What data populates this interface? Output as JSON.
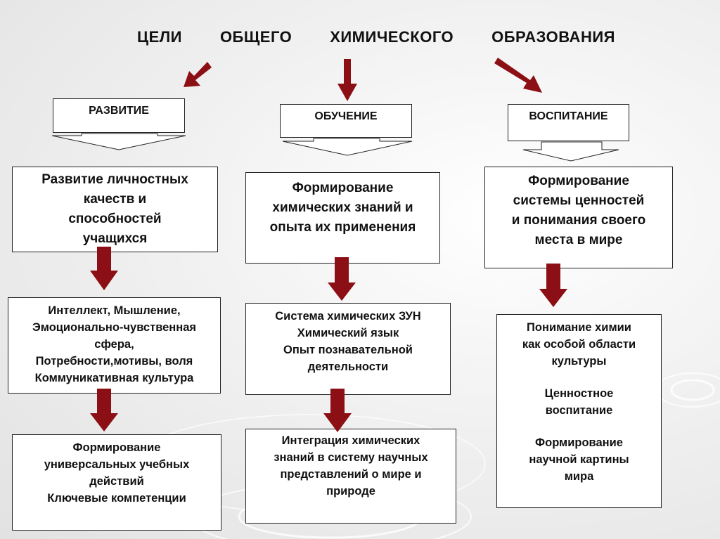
{
  "title": {
    "words": [
      "ЦЕЛИ",
      "ОБЩЕГО",
      "ХИМИЧЕСКОГО",
      "ОБРАЗОВАНИЯ"
    ]
  },
  "columns": [
    {
      "category": "РАЗВИТИЕ",
      "main": [
        "Развитие личностных",
        "качеств и",
        "способностей",
        "учащихся"
      ],
      "details": [
        "Интеллект, Мышление,",
        "Эмоционально-чувственная",
        "сфера,",
        "Потребности,мотивы, воля",
        "Коммуникативная культура"
      ],
      "outcome": [
        "Формирование",
        "универсальных учебных",
        "действий",
        "Ключевые компетенции"
      ]
    },
    {
      "category": "ОБУЧЕНИЕ",
      "main": [
        "Формирование",
        "химических знаний и",
        "опыта их применения"
      ],
      "details": [
        "Система  химических ЗУН",
        "Химический язык",
        "Опыт познавательной",
        "деятельности"
      ],
      "outcome": [
        "Интеграция химических",
        "знаний в систему научных",
        "представлений  о мире и",
        "природе"
      ]
    },
    {
      "category": "ВОСПИТАНИЕ",
      "main": [
        "Формирование",
        "системы ценностей",
        "и понимания своего",
        "места в мире"
      ],
      "details": [
        "Понимание химии",
        "как особой области",
        "культуры",
        "",
        "Ценностное",
        "воспитание",
        "",
        "Формирование",
        "научной картины",
        "мира"
      ]
    }
  ],
  "colors": {
    "arrow": "#8b0f14",
    "border": "#222222",
    "box_fill": "#ffffff"
  }
}
